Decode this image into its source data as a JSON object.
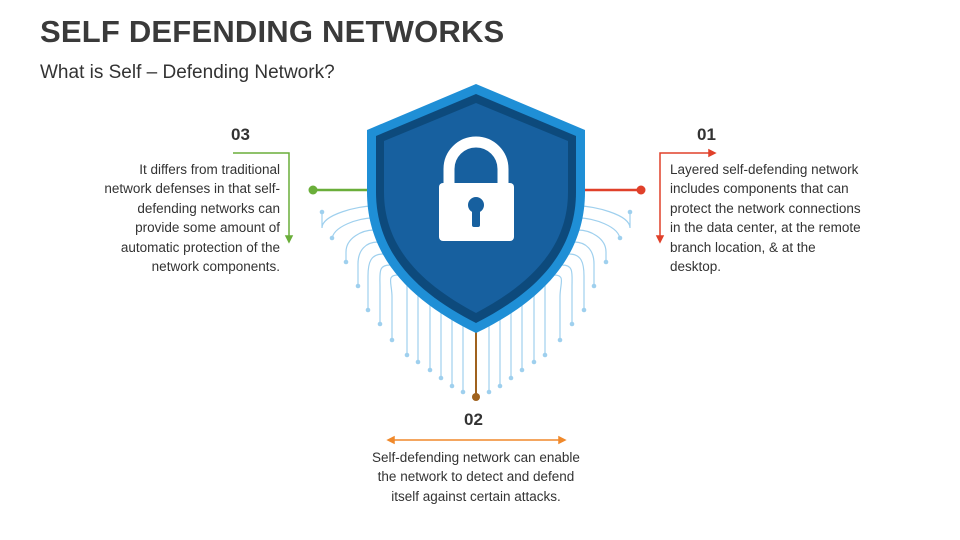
{
  "title": "SELF DEFENDING NETWORKS",
  "subtitle": "What is Self – Defending Network?",
  "items": [
    {
      "number": "01",
      "text": "Layered self-defending network includes components that can protect the network connections in the data center, at the remote branch location, & at the desktop.",
      "color": "#e0402a"
    },
    {
      "number": "02",
      "text": "Self-defending network can enable the network to detect and defend itself against certain attacks.",
      "color": "#f0892b"
    },
    {
      "number": "03",
      "text": "It differs from traditional network defenses in that self-defending networks can provide some amount of automatic protection of the network components.",
      "color": "#6aae3a"
    }
  ],
  "colors": {
    "shield_outer": "#1f8fd6",
    "shield_ring": "#0d4a7c",
    "shield_inner": "#17609f",
    "circuit": "#9fd0ee"
  },
  "icon": "padlock-icon"
}
